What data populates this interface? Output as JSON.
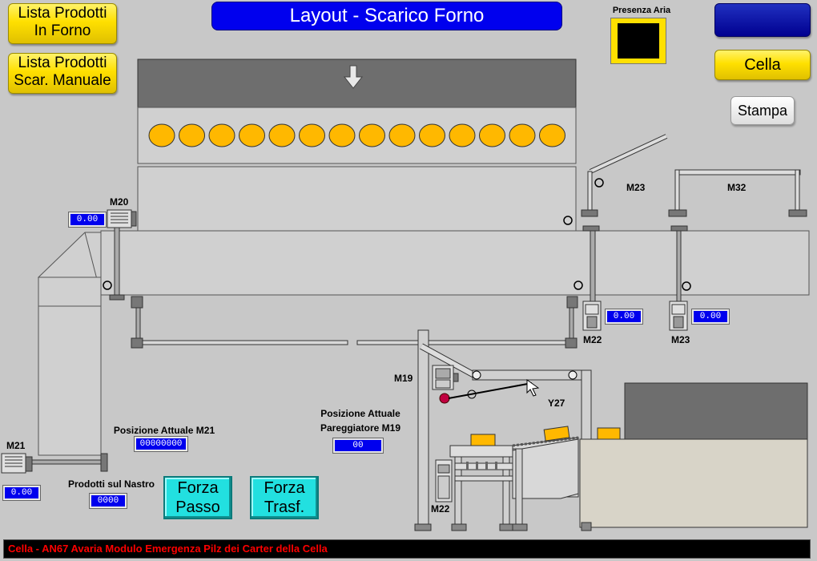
{
  "header": {
    "title": "Layout - Scarico Forno"
  },
  "buttons": {
    "lista_forno": "Lista Prodotti\nIn Forno",
    "lista_scarico": "Lista Prodotti\nScar. Manuale",
    "cella": "Cella",
    "stampa": "Stampa",
    "forza_passo": "Forza\nPasso",
    "forza_trasf": "Forza\nTrasf."
  },
  "presenza_aria": {
    "label": "Presenza Aria"
  },
  "motors": {
    "m20": {
      "label": "M20",
      "value": "0.00"
    },
    "m21": {
      "label": "M21",
      "value": "0.00"
    },
    "m22": {
      "label": "M22",
      "value": "0.00"
    },
    "m23": {
      "label": "M23",
      "value": "0.00"
    },
    "m23_top": {
      "label": "M23"
    },
    "m32": {
      "label": "M32"
    },
    "m19": {
      "label": "M19"
    },
    "m22_bottom": {
      "label": "M22"
    },
    "y27": {
      "label": "Y27"
    }
  },
  "info": {
    "pos_m21_label": "Posizione Attuale M21",
    "pos_m21_value": "00000000",
    "prodotti_label": "Prodotti sul Nastro",
    "prodotti_value": "0000",
    "pos_m19_label": "Posizione Attuale\nPareggiatore M19",
    "pos_m19_value": "00"
  },
  "oven": {
    "product_count": 14
  },
  "status_bar": {
    "message": "Cella - AN67 Avaria Modulo Emergenza Pilz dei Carter della Cella"
  },
  "colors": {
    "background": "#c8c8c8",
    "title_bar": "#0000ee",
    "button_yellow": "#ffe000",
    "button_cyan": "#22e0e0",
    "status_text": "#ff0000",
    "product": "#ffb800"
  }
}
